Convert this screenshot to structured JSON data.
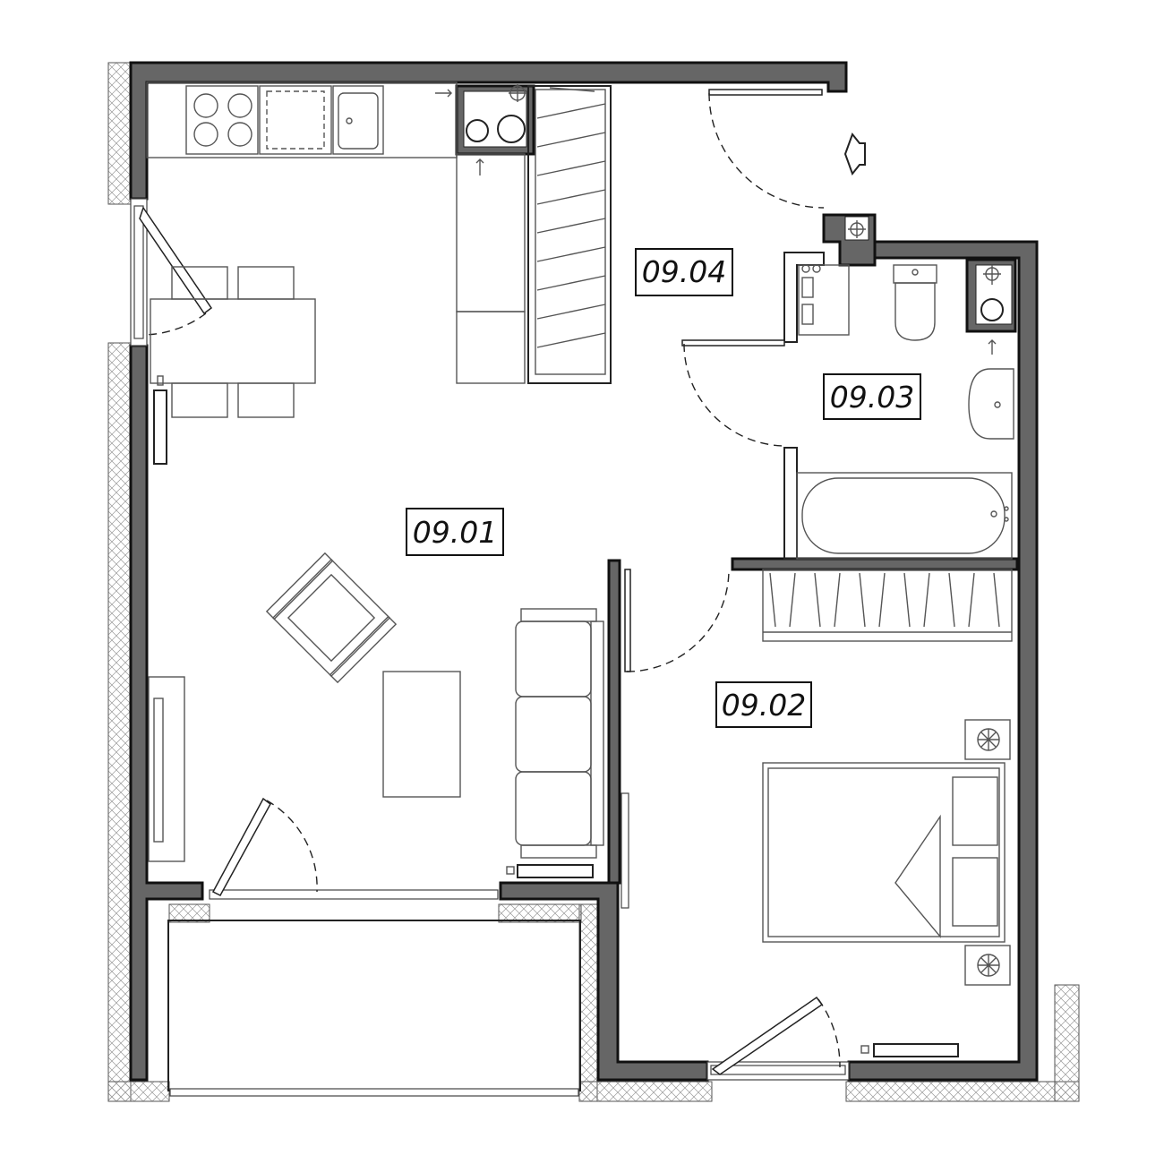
{
  "plan": {
    "rooms": [
      {
        "id": "living",
        "label": "09.01"
      },
      {
        "id": "bedroom",
        "label": "09.02"
      },
      {
        "id": "bathroom",
        "label": "09.03"
      },
      {
        "id": "hall",
        "label": "09.04"
      }
    ],
    "colors": {
      "wall": "#666666",
      "line": "#222222",
      "background": "#ffffff"
    }
  }
}
